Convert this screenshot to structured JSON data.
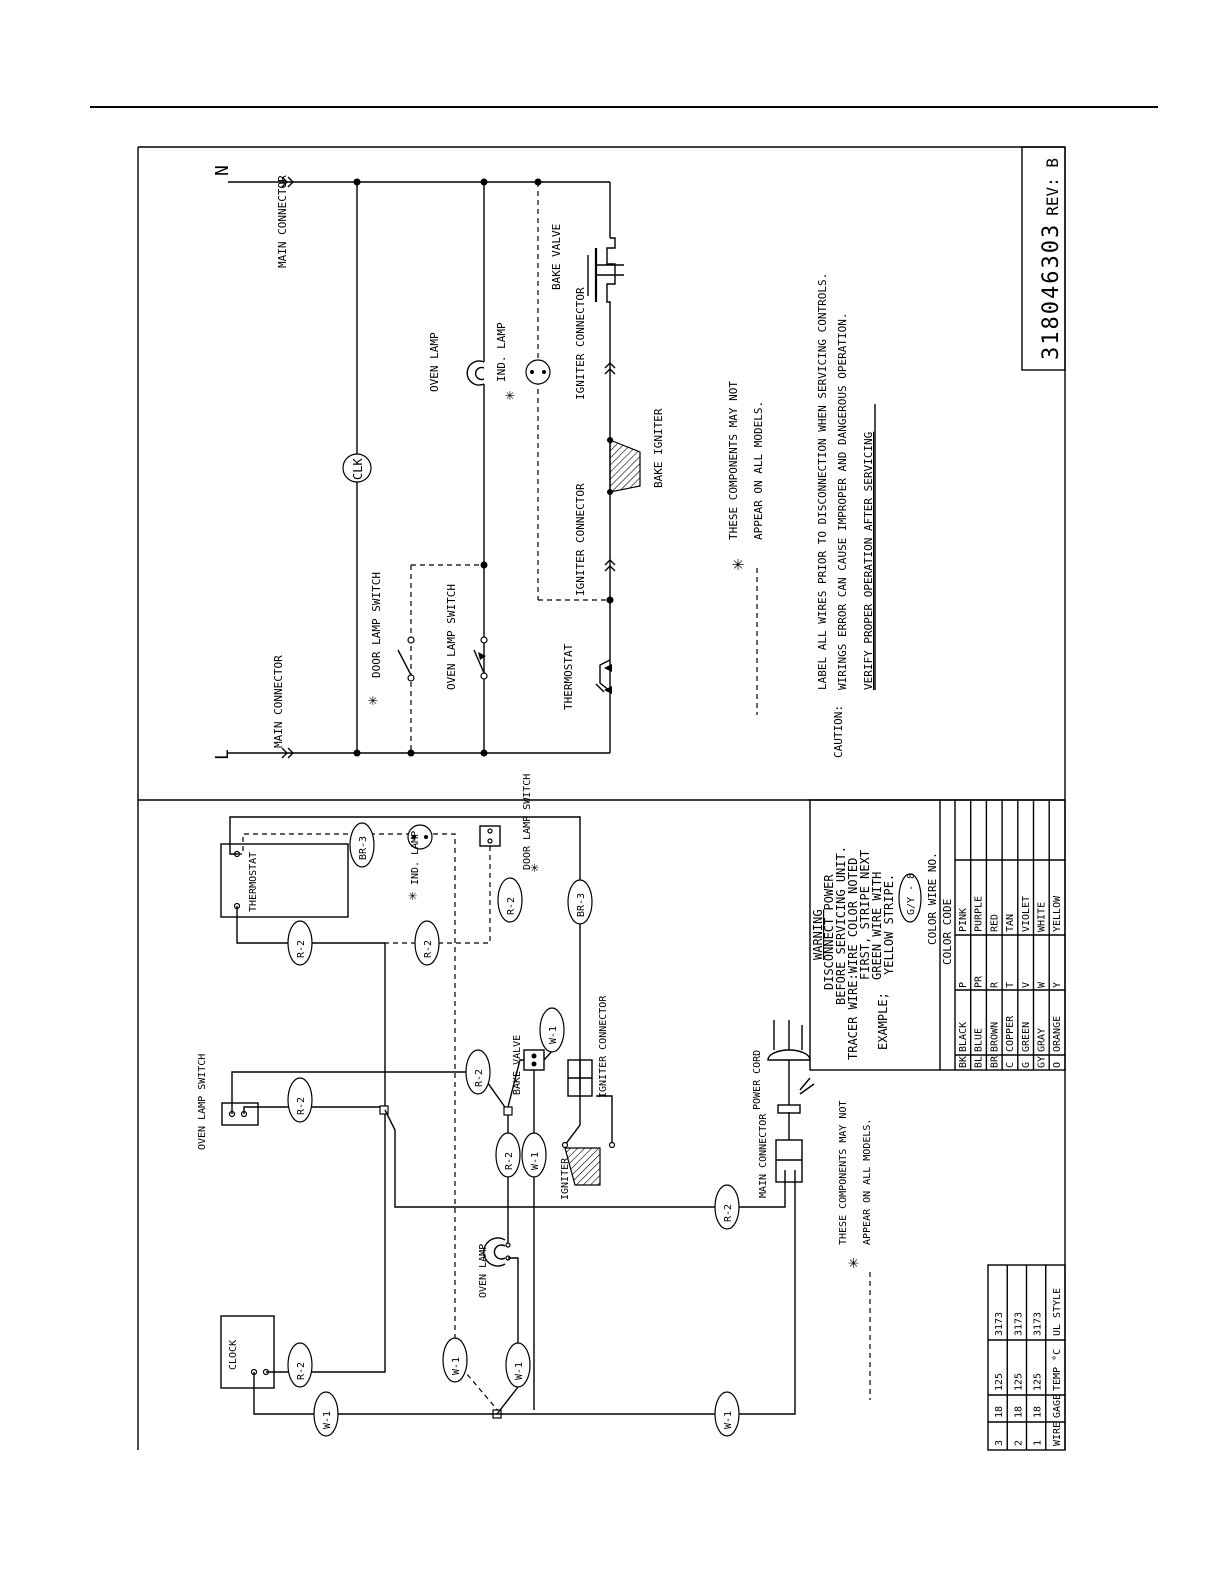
{
  "schematic": {
    "n_terminal": "N",
    "l_terminal": "L",
    "main_connector_top": "MAIN CONNECTOR",
    "main_connector_bottom": "MAIN CONNECTOR",
    "clock": "CLK",
    "oven_lamp": "OVEN LAMP",
    "ind_lamp": "IND. LAMP",
    "bake_valve": "BAKE VALVE",
    "igniter_connector_1": "IGNITER CONNECTOR",
    "igniter_connector_2": "IGNITER CONNECTOR",
    "bake_igniter": "BAKE IGNITER",
    "door_lamp_switch": "DOOR LAMP SWITCH",
    "oven_lamp_switch": "OVEN LAMP SWITCH",
    "thermostat": "THERMOSTAT",
    "note_line1": "THESE COMPONENTS MAY NOT",
    "note_line2": "APPEAR ON ALL MODELS.",
    "label_all": "LABEL ALL WIRES PRIOR TO DISCONNECTION WHEN SERVICING CONTROLS.",
    "caution_label": "CAUTION:",
    "caution_line1": "WIRINGS ERROR CAN CAUSE IMPROPER AND DANGEROUS OPERATION.",
    "caution_line2": "VERIFY PROPER OPERATION AFTER SERVICING",
    "doc_number": "318046303",
    "revision": "REV: B"
  },
  "wiring": {
    "thermostat": "THERMOSTAT",
    "ind_lamp": "IND. LAMP",
    "door_lamp_switch": "DOOR LAMP SWITCH",
    "oven_lamp_switch": "OVEN LAMP SWITCH",
    "bake_valve": "BAKE VALVE",
    "igniter_connector": "IGNITER CONNECTOR",
    "igniter": "IGNITER",
    "main_connector": "MAIN CONNECTOR",
    "power_cord": "POWER CORD",
    "oven_lamp": "OVEN LAMP",
    "clock": "CLOCK",
    "wire_br3": "BR-3",
    "wire_r2": "R-2",
    "wire_w1": "W-1",
    "note_line1": "THESE COMPONENTS MAY NOT",
    "note_line2": "APPEAR ON ALL MODELS."
  },
  "warning": {
    "title": "WARNING",
    "line1": "DISCONNECT POWER",
    "line2": "BEFORE SERVICING UNIT.",
    "line3": "TRACER WIRE:WIRE COLOR NOTED",
    "line4": "FIRST, STRIPE NEXT",
    "example_label": "EXAMPLE;",
    "line5": "GREEN WIRE WITH",
    "line6": "YELLOW STRIPE.",
    "badge": "G/Y - 8",
    "wire_no": "COLOR WIRE NO.",
    "color_code": "COLOR CODE"
  },
  "color_codes": [
    {
      "code": "BK",
      "name": "BLACK",
      "code2": "P",
      "name2": "PINK"
    },
    {
      "code": "BL",
      "name": "BLUE",
      "code2": "PR",
      "name2": "PURPLE"
    },
    {
      "code": "BR",
      "name": "BROWN",
      "code2": "R",
      "name2": "RED"
    },
    {
      "code": "C",
      "name": "COPPER",
      "code2": "T",
      "name2": "TAN"
    },
    {
      "code": "G",
      "name": "GREEN",
      "code2": "V",
      "name2": "VIOLET"
    },
    {
      "code": "GY",
      "name": "GRAY",
      "code2": "W",
      "name2": "WHITE"
    },
    {
      "code": "O",
      "name": "ORANGE",
      "code2": "Y",
      "name2": "YELLOW"
    }
  ],
  "wire_table": {
    "headers": [
      "WIRE",
      "GAGE",
      "TEMP °C",
      "UL STYLE"
    ],
    "rows": [
      [
        "1",
        "18",
        "125",
        "3173"
      ],
      [
        "2",
        "18",
        "125",
        "3173"
      ],
      [
        "3",
        "18",
        "125",
        "3173"
      ]
    ]
  }
}
